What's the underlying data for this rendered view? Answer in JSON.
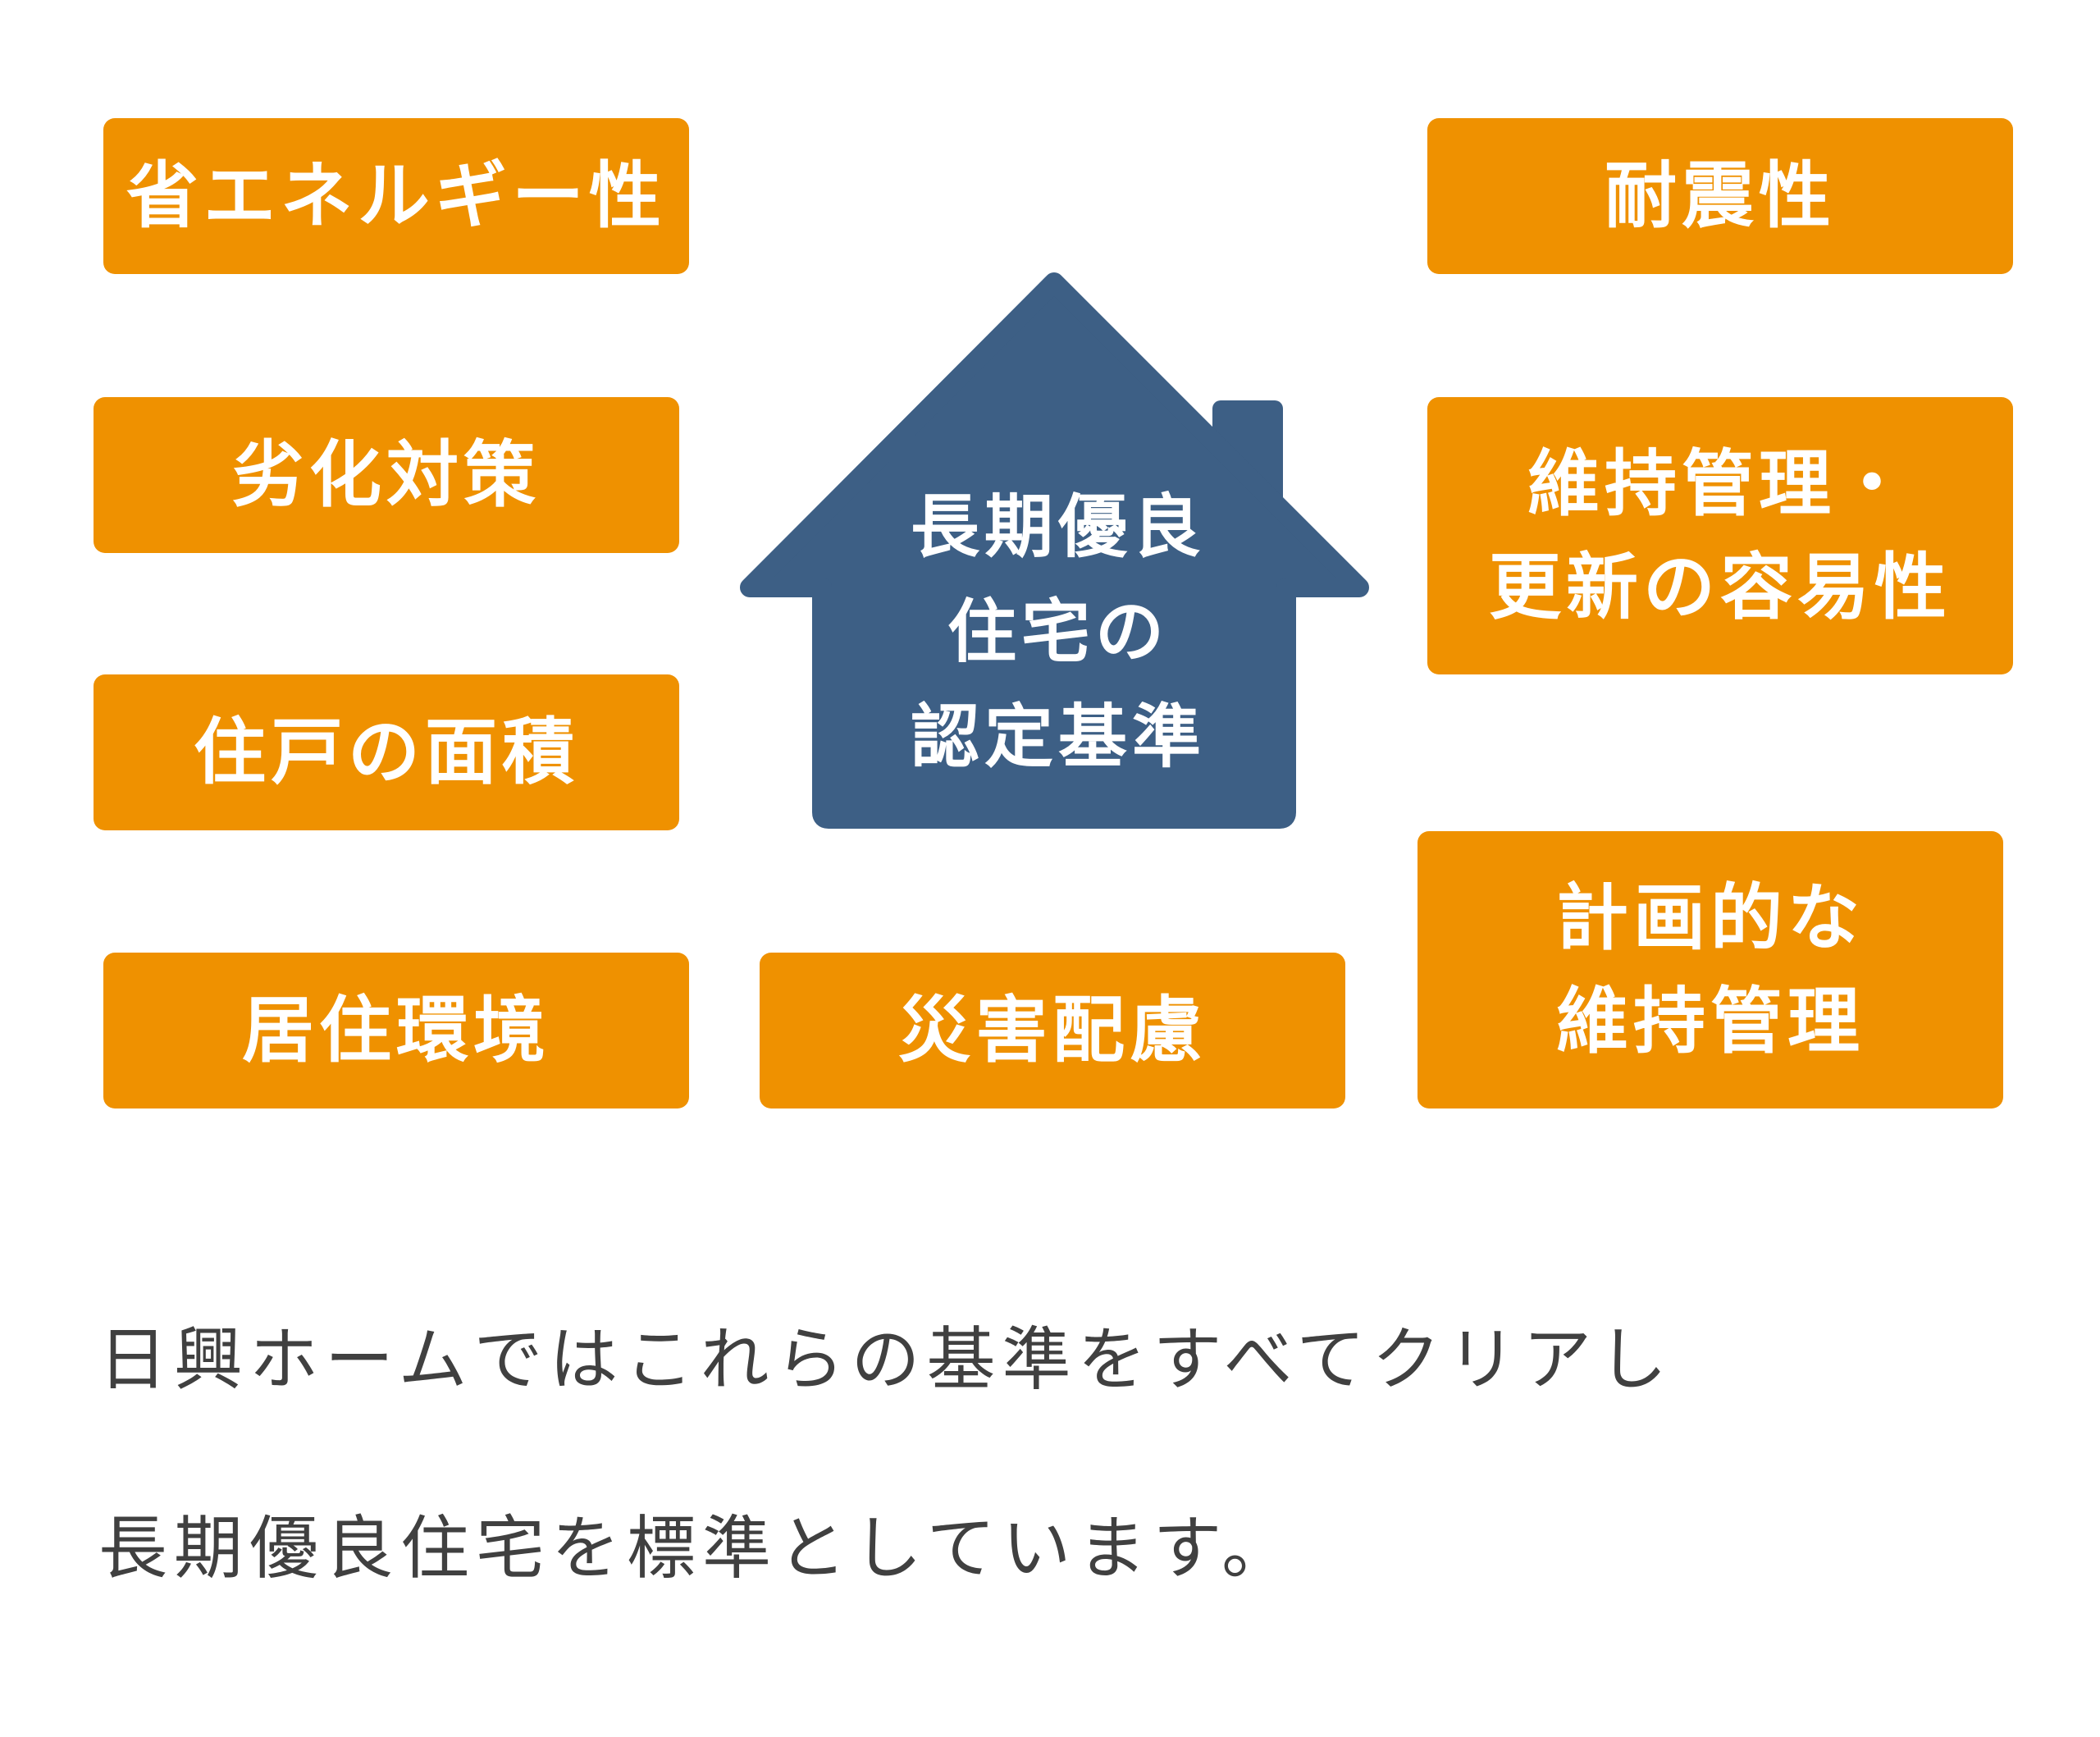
{
  "colors": {
    "box_fill": "#ef9100",
    "house_fill": "#3d5f85",
    "box_text": "#ffffff",
    "caption_text": "#404040"
  },
  "house": {
    "lines": [
      "長期優良",
      "住宅の",
      "認定基準"
    ]
  },
  "criteria": {
    "energy": {
      "lines": [
        "省エネルギー性"
      ]
    },
    "seismic": {
      "lines": [
        "耐震性"
      ]
    },
    "deterioration": {
      "lines": [
        "劣化対策"
      ]
    },
    "maintenance_update": {
      "lines": [
        "維持管理・",
        "更新の容易性"
      ]
    },
    "floor_area": {
      "lines": [
        "住戸の面積"
      ]
    },
    "planned_maintenance": {
      "lines": [
        "計画的な",
        "維持管理"
      ]
    },
    "living_environment": {
      "lines": [
        "居住環境"
      ]
    },
    "disaster": {
      "lines": [
        "災害配慮"
      ]
    }
  },
  "caption": {
    "line1": "日興ホームではこれらの基準をすべてクリアし",
    "line2": "長期優良住宅を標準としています。"
  }
}
